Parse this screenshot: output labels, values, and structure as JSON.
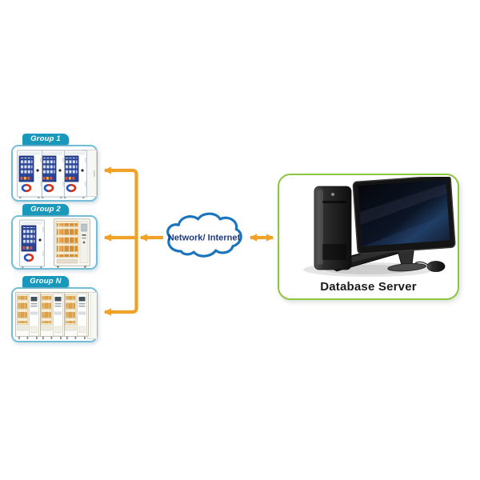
{
  "diagram": {
    "groups": [
      {
        "label": "Group 1",
        "machine_icon": "dispensing-cabinet-icon",
        "machine_count": 3
      },
      {
        "label": "Group 2",
        "machine_icon": "dispensing-cabinet-and-snack-vending-icon",
        "machine_count": 2
      },
      {
        "label": "Group N",
        "machine_icon": "food-vending-machine-icon",
        "machine_count": 3
      }
    ],
    "cloud": {
      "label": "Network/ Internet"
    },
    "server": {
      "label": "Database Server"
    },
    "colors": {
      "arrow": "#EFA128",
      "group_tab": "#1899BB",
      "group_box_border": "#74BDD6",
      "cloud_outline": "#1B75BC",
      "cloud_text": "#1F3A7A",
      "server_box_border": "#8CC63F"
    }
  }
}
